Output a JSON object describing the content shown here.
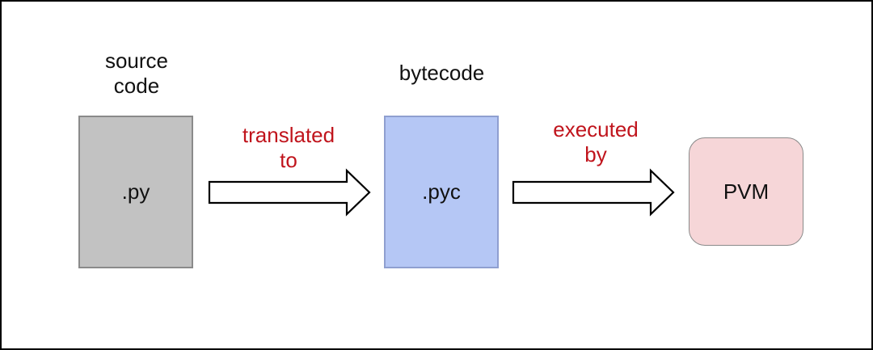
{
  "colors": {
    "source_fill": "#c2c2c2",
    "source_border": "#8a8a8a",
    "bytecode_fill": "#b5c7f5",
    "bytecode_border": "#8f9fd0",
    "pvm_fill": "#f6d6d8",
    "pvm_border": "#8a8a8a",
    "arrow_label": "#c0141c"
  },
  "nodes": {
    "source": {
      "caption": "source\ncode",
      "label": ".py"
    },
    "bytecode": {
      "caption": "bytecode",
      "label": ".pyc"
    },
    "pvm": {
      "label": "PVM"
    }
  },
  "arrows": {
    "translate": {
      "label": "translated\nto"
    },
    "execute": {
      "label": "executed\nby"
    }
  }
}
